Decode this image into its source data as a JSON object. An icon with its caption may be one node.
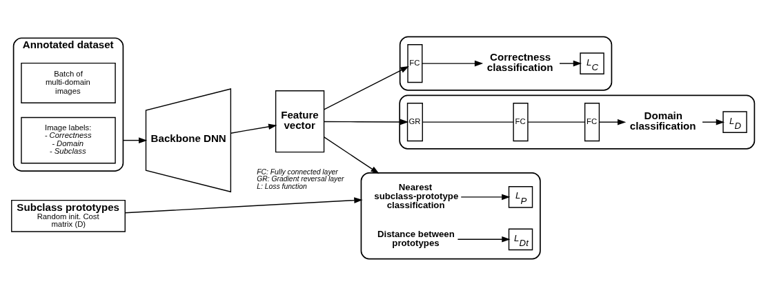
{
  "diagram": {
    "nodes": [
      {
        "text": [
          "Annotated dataset"
        ]
      },
      {
        "text": [
          "Batch of multi-domain images"
        ],
        "in": 0
      },
      {
        "text": [
          "Image labels: - *Correctness* - *Domain* - *Subclass*"
        ],
        "in": 0
      },
      {
        "text": [
          "Backbone DNN"
        ]
      },
      {
        "text": [
          "Feature vector"
        ]
      },
      {
        "text": [
          "Subclass prototypes",
          "Random init. Cost matrix (D)"
        ]
      },
      {
        "text": [],
        "shape": "box"
      },
      {
        "text": [
          "FC"
        ],
        "in": 6
      },
      {
        "text": [
          "Correctness classification"
        ],
        "in": 6
      },
      {
        "text": [
          "L$_{C}$"
        ],
        "in": 6
      },
      {
        "text": [],
        "shape": "box"
      },
      {
        "text": [
          "GR"
        ],
        "in": 10
      },
      {
        "text": [
          "FC"
        ],
        "in": 10
      },
      {
        "text": [
          "FC"
        ],
        "in": 10
      },
      {
        "text": [
          "Domain classification"
        ],
        "in": 10
      },
      {
        "text": [
          "L$_{D}$"
        ],
        "in": 10
      },
      {
        "text": [],
        "shape": "box"
      },
      {
        "text": [
          "Nearest subclass-prototype classification"
        ],
        "in": 16
      },
      {
        "text": [
          "L$_{P}$"
        ],
        "in": 16
      },
      {
        "text": [
          "Distance between prototypes"
        ],
        "in": 16
      },
      {
        "text": [
          "L$_{Dt}$"
        ],
        "in": 16
      }
    ],
    "edges": [
      {
        "from": 0,
        "to": 3,
        "arrow": "to"
      },
      {
        "from": 3,
        "to": 4,
        "arrow": "to"
      },
      {
        "from": 4,
        "to": 7,
        "arrow": "to"
      },
      {
        "from": 7,
        "to": 8,
        "arrow": "to"
      },
      {
        "from": 8,
        "to": 9,
        "arrow": "to"
      },
      {
        "from": 4,
        "to": 11,
        "arrow": "to"
      },
      {
        "from": 11,
        "to": 12,
        "arrow": "none"
      },
      {
        "from": 12,
        "to": 13,
        "arrow": "none"
      },
      {
        "from": 13,
        "to": 14,
        "arrow": "to"
      },
      {
        "from": 14,
        "to": 15,
        "arrow": "to"
      },
      {
        "from": 4,
        "to": 16,
        "arrow": "to"
      },
      {
        "from": 5,
        "to": 16,
        "arrow": "to"
      },
      {
        "from": 17,
        "to": 18,
        "arrow": "to"
      },
      {
        "from": 19,
        "to": 20,
        "arrow": "to"
      }
    ],
    "labels": [
      "FC: Fully connected layer",
      "GR: Gradient reversal layer",
      "L: Loss function"
    ]
  }
}
